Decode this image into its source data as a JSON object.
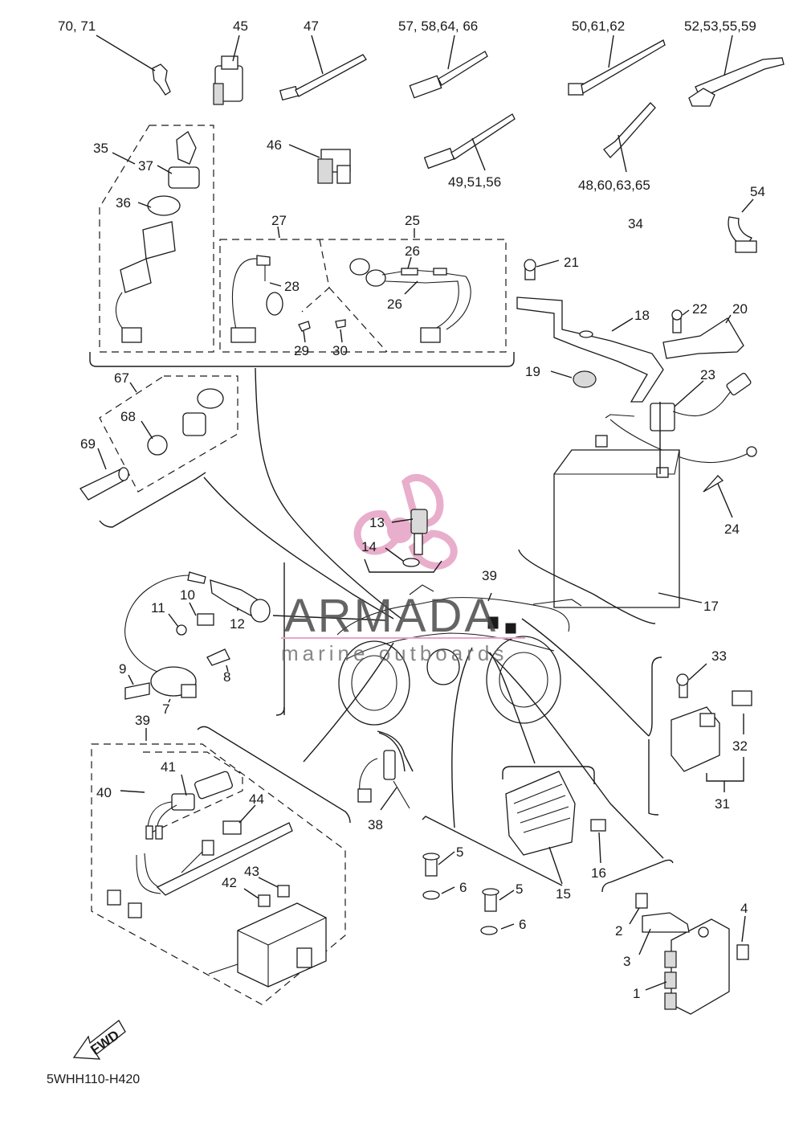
{
  "diagram_code": "5WHH110-H420",
  "fwd_label": "FWD",
  "watermark": {
    "brand": "ARMADA",
    "tagline": "marine outboards",
    "logo_color": "#e7a6c6",
    "rule_color": "#e7a6c6"
  },
  "callouts": {
    "c70_71": "70, 71",
    "c45": "45",
    "c47": "47",
    "c57_58_64_66": "57, 58,64, 66",
    "c50_61_62": "50,61,62",
    "c52_53_55_59": "52,53,55,59",
    "c35": "35",
    "c37": "37",
    "c36": "36",
    "c46": "46",
    "c49_51_56": "49,51,56",
    "c48_60_63_65": "48,60,63,65",
    "c54": "54",
    "c27": "27",
    "c28": "28",
    "c25": "25",
    "c26a": "26",
    "c26b": "26",
    "c29": "29",
    "c30": "30",
    "c34": "34",
    "c21": "21",
    "c18": "18",
    "c22": "22",
    "c20": "20",
    "c19": "19",
    "c23": "23",
    "c67": "67",
    "c68": "68",
    "c69": "69",
    "c13": "13",
    "c14": "14",
    "c24": "24",
    "c39a": "39",
    "c17": "17",
    "c10": "10",
    "c11": "11",
    "c12": "12",
    "c9": "9",
    "c8": "8",
    "c7": "7",
    "c33": "33",
    "c32": "32",
    "c31": "31",
    "c39b": "39",
    "c41": "41",
    "c40": "40",
    "c44": "44",
    "c38": "38",
    "c5a": "5",
    "c6a": "6",
    "c5b": "5",
    "c6b": "6",
    "c15": "15",
    "c16": "16",
    "c43": "43",
    "c42": "42",
    "c4": "4",
    "c2": "2",
    "c3": "3",
    "c1": "1"
  }
}
